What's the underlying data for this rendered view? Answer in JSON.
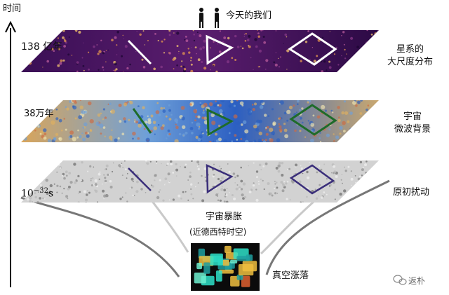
{
  "axis": {
    "label": "时间",
    "arrow_icon": "up-arrow-icon"
  },
  "times": {
    "t1": "138 亿年",
    "t2": "38万年",
    "t3_base": "10",
    "t3_exp": "−32",
    "t3_unit": "s"
  },
  "top_caption": "今天的我们",
  "layers": {
    "galaxies": {
      "line1": "星系的",
      "line2": "大尺度分布"
    },
    "cmb": {
      "line1": "宇宙",
      "line2": "微波背景"
    },
    "perturb": {
      "line1": "原初扰动"
    }
  },
  "inflation": {
    "title": "宇宙暴胀",
    "subtitle": "(近德西特时空)"
  },
  "vacuum": "真空涨落",
  "watermark": "返朴",
  "colors": {
    "galaxies": "#2a0b40",
    "cmb_warm": "#e0b060",
    "cmb_cool": "#2a5fc0",
    "perturb": "#d0d0d0",
    "white_shape": "#ffffff",
    "green_shape": "#1e6b2a",
    "purple_shape": "#3a2e7a",
    "inset_bg": "#0b0b0b",
    "inset_cyan": "#2ee0c8"
  }
}
